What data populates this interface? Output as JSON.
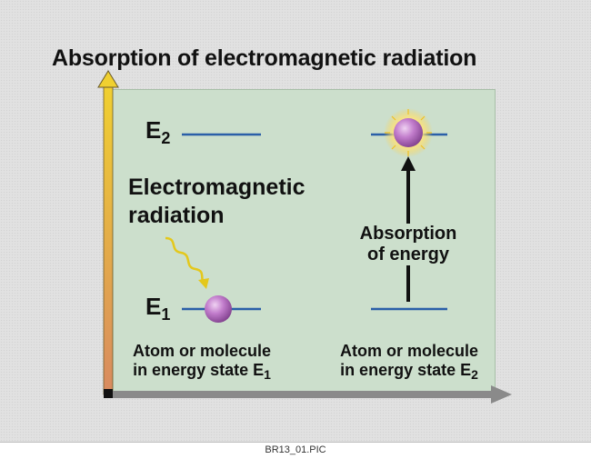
{
  "title": "Absorption of electromagnetic radiation",
  "levels": {
    "e2": {
      "letter": "E",
      "sub": "2"
    },
    "e1": {
      "letter": "E",
      "sub": "1"
    }
  },
  "radiation_label": {
    "line1": "Electromagnetic",
    "line2": "radiation"
  },
  "absorption_label": {
    "line1": "Absorption",
    "line2": "of energy"
  },
  "caption_left": {
    "line1": "Atom or molecule",
    "line2": "in energy state E",
    "sub": "1"
  },
  "caption_right": {
    "line1": "Atom or molecule",
    "line2": "in energy state E",
    "sub": "2"
  },
  "footer": "BR13_01.PIC",
  "colors": {
    "panel": "#ccdfcc",
    "level_line": "#2a5fa8",
    "atom": "#b66fc2",
    "wave": "#e4c81c",
    "y_axis_top": "#f0d030",
    "y_axis_bottom": "#d89060",
    "x_axis": "#8a8a8a"
  }
}
